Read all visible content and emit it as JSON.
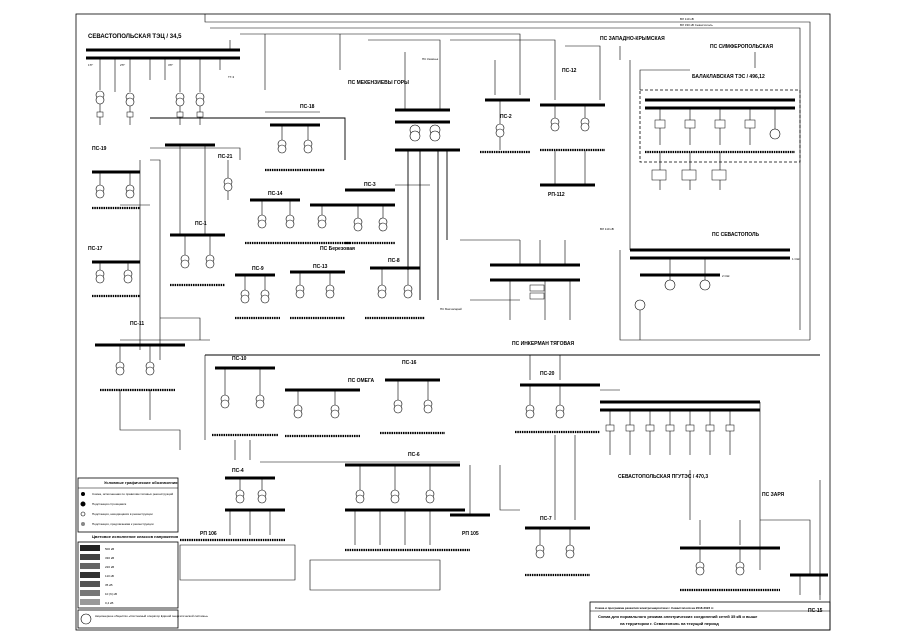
{
  "stations": {
    "sev_tec": "СЕВАСТОПОЛЬСКАЯ ТЭЦ / 34,5",
    "ps19": "ПС-19",
    "ps17": "ПС-17",
    "ps11": "ПС-11",
    "ps21": "ПС-21",
    "ps18": "ПС-18",
    "ps14": "ПС-14",
    "ps1": "ПС-1",
    "ps9": "ПС-9",
    "ps13": "ПС-13",
    "ps3": "ПС-3",
    "ps8": "ПС-8",
    "ps_berezovaya": "ПС Березовая",
    "ps_mekenz": "ПС МЕКЕНЗИЕВЫ ГОРЫ",
    "ps2": "ПС-2",
    "ps12": "ПС-12",
    "rp112": "РП-112",
    "ps_zap_krym": "ПС ЗАПАДНО-КРЫМСКАЯ",
    "ps_simf": "ПС СИМФЕРОПОЛЬСКАЯ",
    "balaklava": "БАЛАКЛАВСКАЯ ТЭС / 496,12",
    "ps_sevastopol": "ПС СЕВАСТОПОЛЬ",
    "ps_inkerman": "ПС ИНКЕРМАН ТЯГОВАЯ",
    "ps10": "ПС-10",
    "ps_omega": "ПС ОМЕГА",
    "ps16": "ПС-16",
    "ps20": "ПС-20",
    "ps4": "ПС-4",
    "ps6": "ПС-6",
    "ps7": "ПС-7",
    "rp106": "РП 106",
    "rp105": "РП 105",
    "sev_pgu": "СЕВАСТОПОЛЬСКАЯ ПГУТЭС / 470,3",
    "ps_zarya": "ПС ЗАРЯ",
    "ps15": "ПС-15"
  },
  "legend": {
    "title": "Условные графические обозначения",
    "items": [
      "Схема, исполненная по правилам типовых реконструкций",
      "Подстанция строящаяся",
      "Подстанция, находящаяся в реконструкции",
      "Подстанция, предлагаемая к реконструкции"
    ],
    "voltage_title": "Цветовое исполнение классов напряжения",
    "voltages": [
      "500 кВ",
      "330 кВ",
      "220 кВ",
      "110 кВ",
      "35 кВ",
      "10 (6) кВ",
      "0,4 кВ"
    ]
  },
  "title_block": {
    "line1": "Схема и программа развития электроэнергетики г. Севастополя на 2018-2022 гг.",
    "line2": "Схема для нормального режима электрических соединений сетей 35 кВ и выше",
    "line3": "на территории г. Севастополь на текущий период",
    "org": "Акционерное общество «Системный оператор Единой энергетической системы»"
  },
  "small_labels": {
    "top_line_1": "ВЛ 110 кВ",
    "top_line_2": "ВЛ 330 кВ Севастополь",
    "tg_note": "ТГ-3",
    "bus_1": "1 СШ",
    "bus_2": "2 СШ",
    "line_note": "ВЛ 110 кВ",
    "ps_kazachya": "ПС Казачья",
    "ps_bakhchisaray": "ПС Бахчисарай"
  }
}
